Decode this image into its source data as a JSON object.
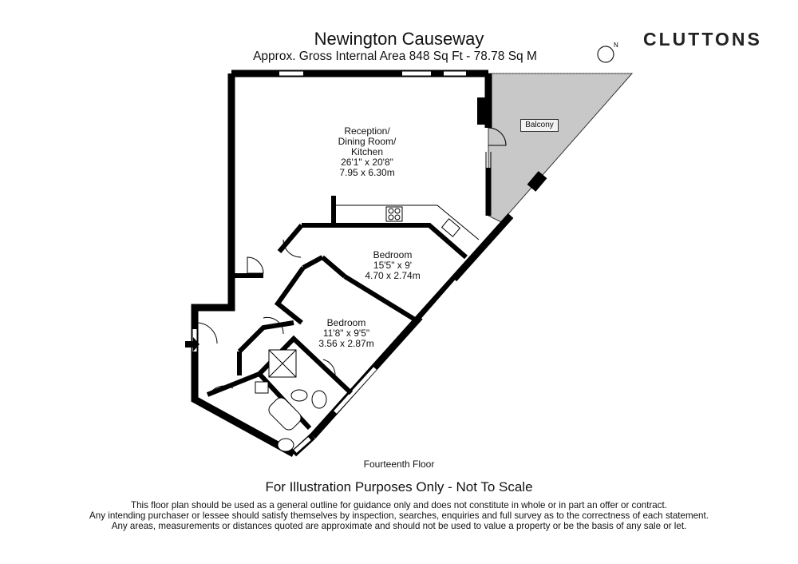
{
  "header": {
    "title": "Newington Causeway",
    "subtitle": "Approx. Gross Internal Area   848 Sq Ft  -  78.78 Sq M",
    "logo": "CLUTTONS",
    "compass_label": "N"
  },
  "rooms": {
    "reception": {
      "line1": "Reception/",
      "line2": "Dining Room/",
      "line3": "Kitchen",
      "imperial": "26'1\" x 20'8\"",
      "metric": "7.95 x 6.30m"
    },
    "bedroom1": {
      "name": "Bedroom",
      "imperial": "15'5\" x 9'",
      "metric": "4.70 x 2.74m"
    },
    "bedroom2": {
      "name": "Bedroom",
      "imperial": "11'8\" x 9'5\"",
      "metric": "3.56 x 2.87m"
    },
    "balcony": "Balcony"
  },
  "floor_label": "Fourteenth Floor",
  "footer": {
    "illustration": "For Illustration Purposes Only - Not To Scale",
    "disclaimer": [
      "This floor plan should be used as a general outline for guidance only and does not constitute in whole or in part an offer or contract.",
      "Any intending purchaser or lessee should satisfy themselves by inspection, searches, enquiries and full survey as to the correctness of each statement.",
      "Any areas, measurements or distances quoted are approximate and should not be used to value a property or be the basis of any sale or let."
    ]
  },
  "colors": {
    "wall": "#000000",
    "balcony_fill": "#c8c8c8",
    "window": "#ffffff"
  }
}
